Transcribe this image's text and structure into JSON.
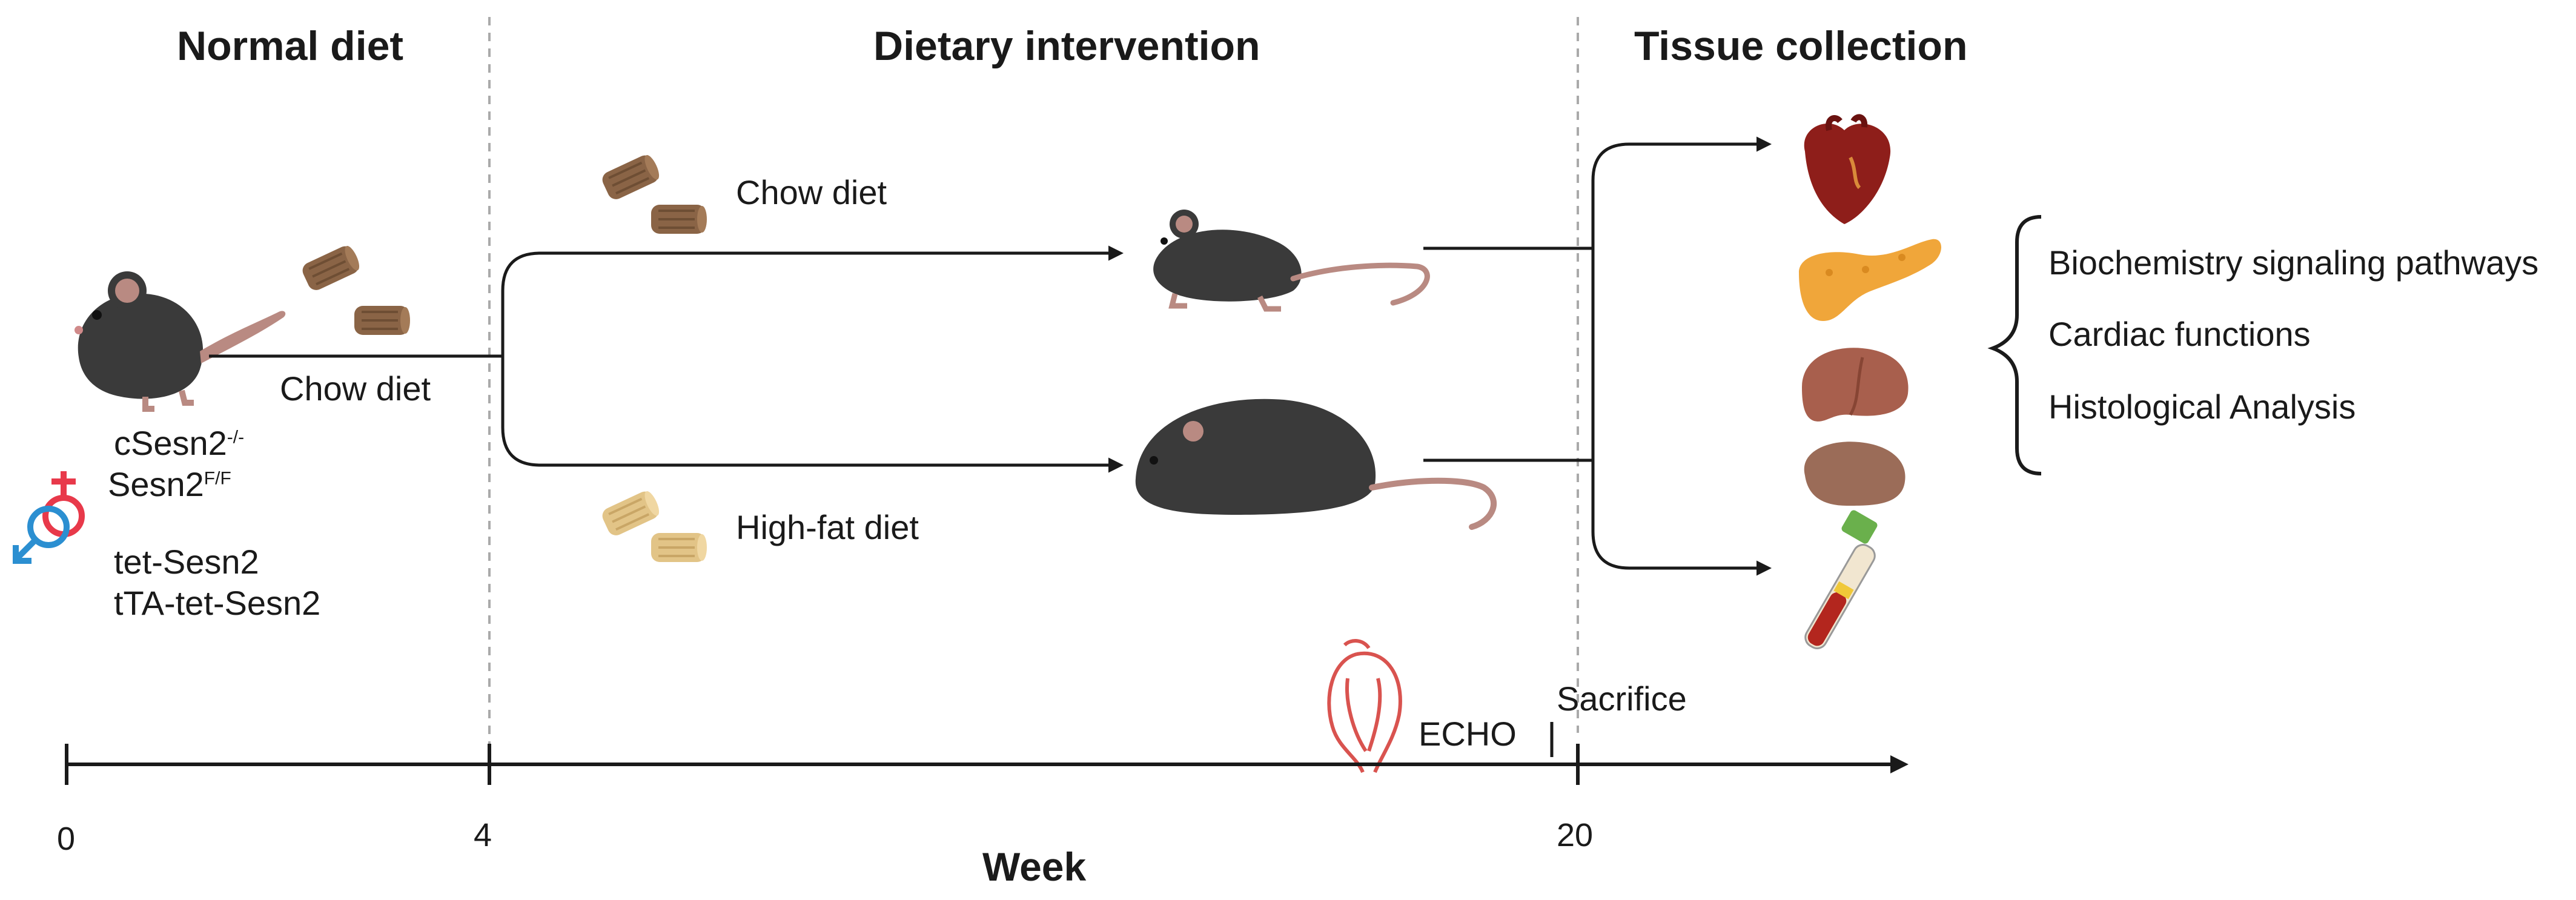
{
  "phases": {
    "normal": "Normal diet",
    "intervention": "Dietary intervention",
    "collection": "Tissue collection"
  },
  "left": {
    "diet": "Chow diet",
    "genotype_1": "cSesn2",
    "genotype_1_sup": "-/-",
    "genotype_2": "Sesn2",
    "genotype_2_sup": "F/F",
    "genotype_3": "tet-Sesn2",
    "genotype_4": "tTA-tet-Sesn2"
  },
  "branches": {
    "chow": "Chow diet",
    "hfd": "High-fat diet"
  },
  "events": {
    "echo": "ECHO",
    "sacrifice": "Sacrifice"
  },
  "analyses": [
    "Biochemistry signaling pathways",
    "Cardiac functions",
    "Histological Analysis"
  ],
  "axis": {
    "title": "Week",
    "ticks": [
      "0",
      "4",
      "20"
    ]
  },
  "colors": {
    "mouse": "#3a3a3a",
    "tail": "#b98a82",
    "chow_pellet": "#8a6446",
    "hfd_pellet": "#e2c487",
    "heart": "#8e1e1a",
    "pancreas": "#f0a63a",
    "liver": "#a85f4d",
    "kidney": "#9b6c58",
    "female_symbol": "#e8394a",
    "male_symbol": "#2b8fd1"
  },
  "icons": [
    "mouse-icon",
    "chow-pellet-icon",
    "high-fat-pellet-icon",
    "heart-icon",
    "pancreas-icon",
    "liver-icon",
    "kidney-icon",
    "blood-tube-icon",
    "echo-heart-icon",
    "female-symbol-icon",
    "male-symbol-icon"
  ]
}
